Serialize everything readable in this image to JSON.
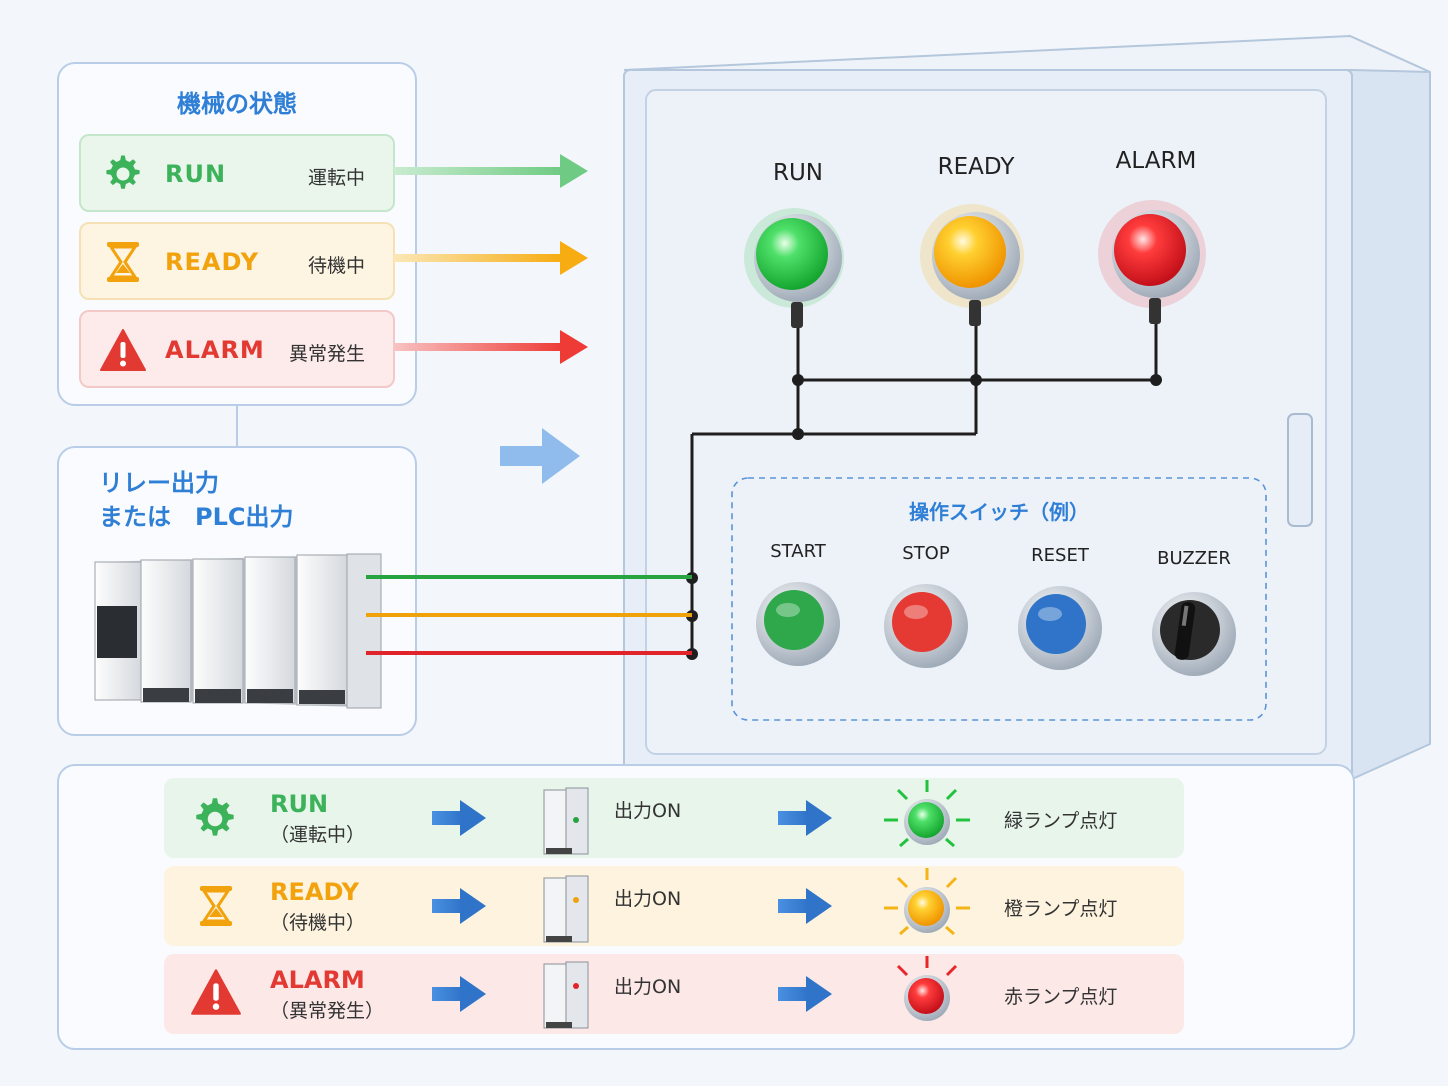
{
  "states_panel": {
    "title": "機械の状態",
    "items": [
      {
        "label": "RUN",
        "jp": "運転中",
        "color": "#3cb25a",
        "bg": "#eaf6ec",
        "border": "#c4e6cb",
        "icon": "gear-icon"
      },
      {
        "label": "READY",
        "jp": "待機中",
        "color": "#f2a20c",
        "bg": "#fdf4e1",
        "border": "#f5e1b5",
        "icon": "hourglass-icon"
      },
      {
        "label": "ALARM",
        "jp": "異常発生",
        "color": "#e23a33",
        "bg": "#fdeaea",
        "border": "#f3c9c8",
        "icon": "warning-icon"
      }
    ]
  },
  "relay_panel": {
    "title_line1": "リレー出力",
    "title_line2": "または　PLC出力"
  },
  "control_panel": {
    "lamps": [
      {
        "label": "RUN",
        "color": "#2ec24a"
      },
      {
        "label": "READY",
        "color": "#f5b416"
      },
      {
        "label": "ALARM",
        "color": "#e8262a"
      }
    ],
    "switch_title": "操作スイッチ（例）",
    "buttons": [
      {
        "label": "START",
        "color": "#2ea84a"
      },
      {
        "label": "STOP",
        "color": "#e53a33"
      },
      {
        "label": "RESET",
        "color": "#2f74c8"
      },
      {
        "label": "BUZZER",
        "color": "#222222"
      }
    ]
  },
  "flow": {
    "rows": [
      {
        "name": "RUN",
        "sub": "（運転中）",
        "out": "出力ON",
        "lamp": "緑ランプ点灯",
        "color": "#3cb25a",
        "bg": "#e8f5ea",
        "lamp_color": "#22c23f",
        "icon": "gear-icon"
      },
      {
        "name": "READY",
        "sub": "（待機中）",
        "out": "出力ON",
        "lamp": "橙ランプ点灯",
        "color": "#f2a20c",
        "bg": "#fdf3df",
        "lamp_color": "#f5b416",
        "icon": "hourglass-icon"
      },
      {
        "name": "ALARM",
        "sub": "（異常発生）",
        "out": "出力ON",
        "lamp": "赤ランプ点灯",
        "color": "#e23a33",
        "bg": "#fde8e8",
        "lamp_color": "#e8262a",
        "icon": "warning-icon"
      }
    ]
  }
}
